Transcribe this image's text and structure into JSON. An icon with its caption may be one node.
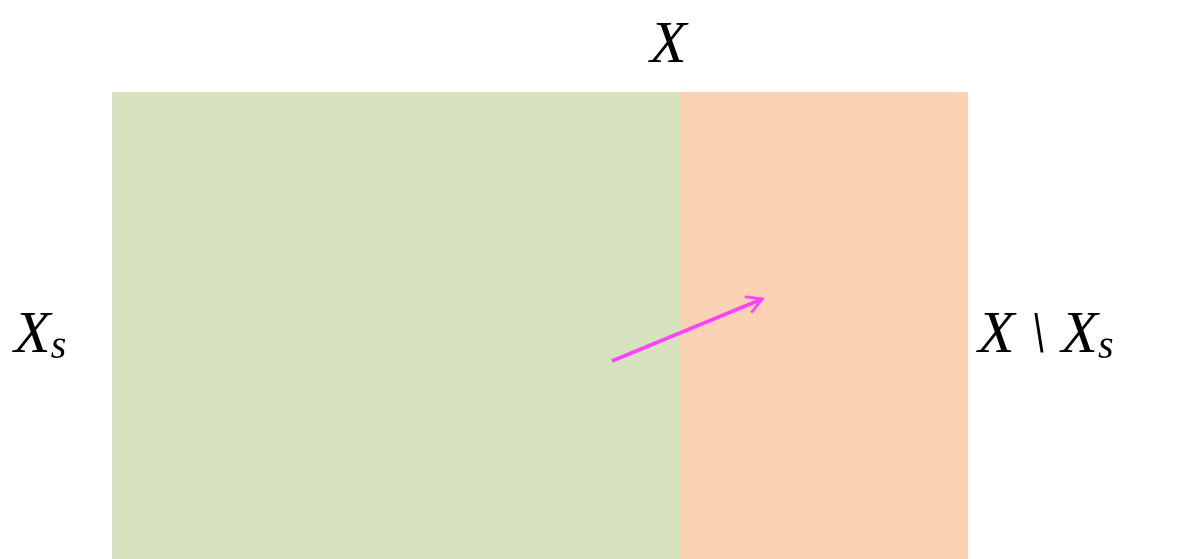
{
  "diagram": {
    "nodes": [
      {
        "text": [
          "X"
        ]
      },
      {
        "text": [
          "X$_{s}$"
        ],
        "in": 0
      },
      {
        "text": [
          "X \\ X$_{s}$"
        ],
        "in": 0
      }
    ],
    "edges": [
      {
        "from": 1,
        "to": 2,
        "arrow": "to"
      }
    ]
  }
}
